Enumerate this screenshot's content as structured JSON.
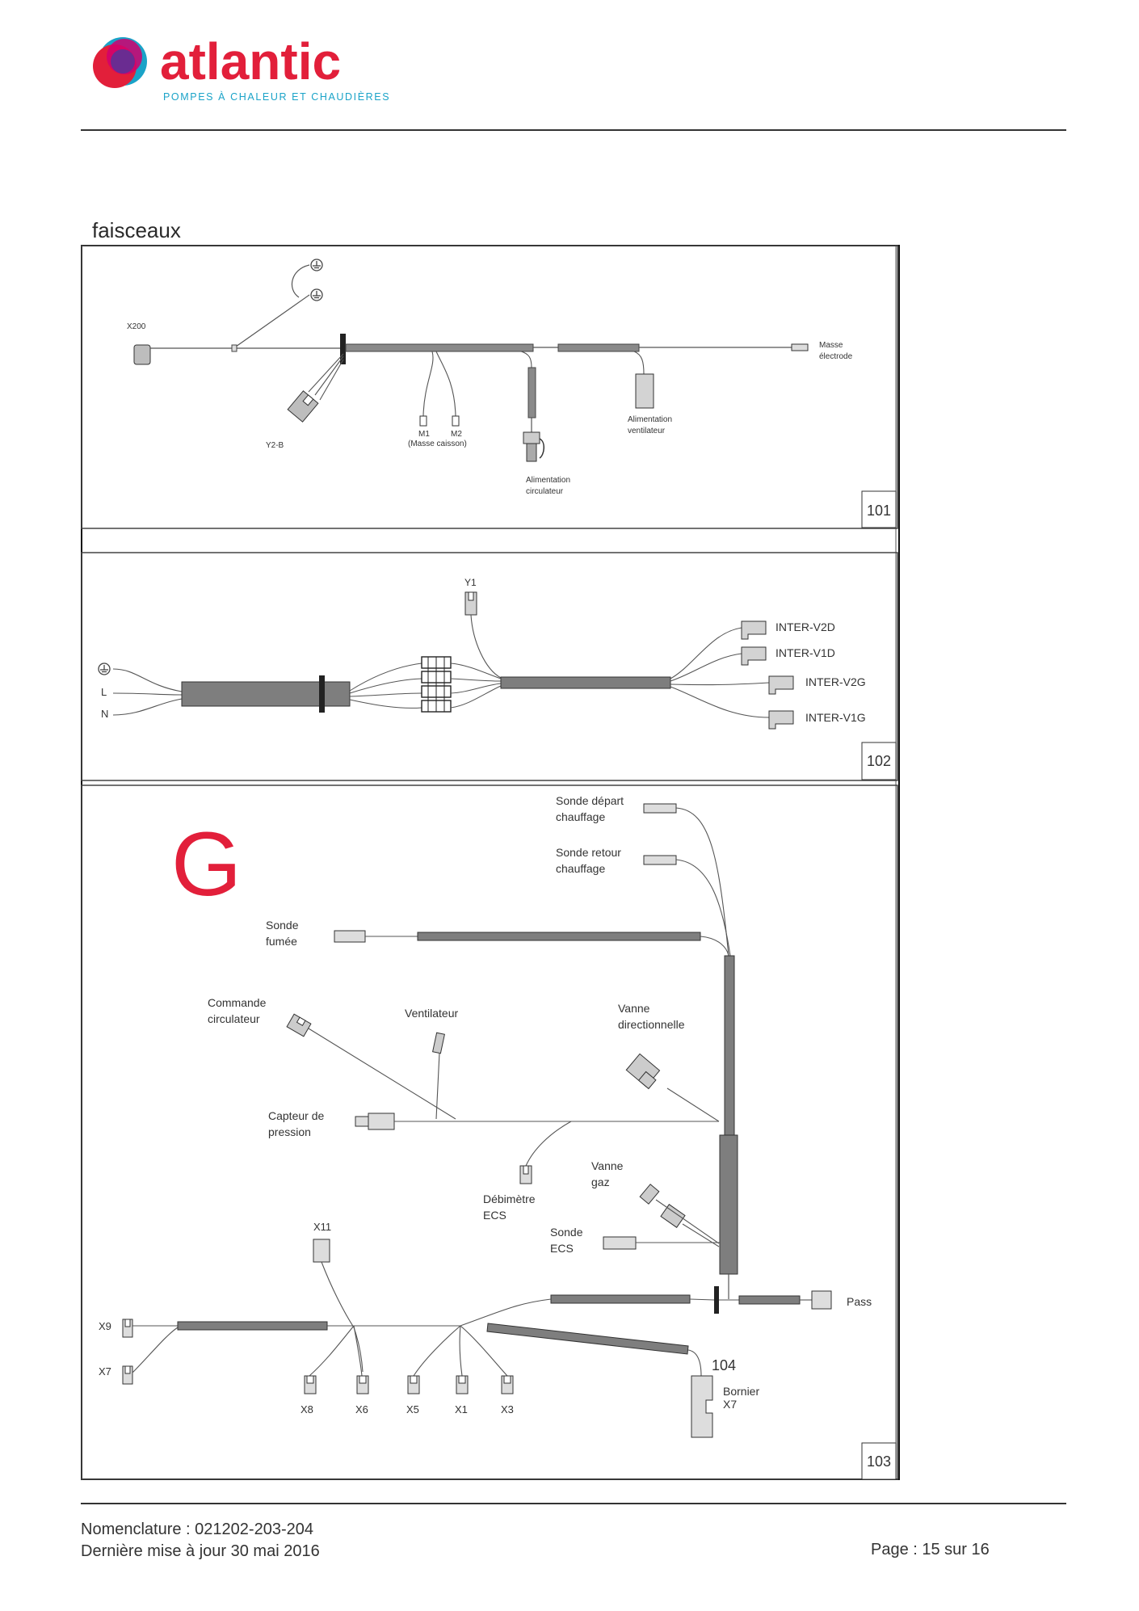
{
  "header": {
    "brand": "atlantic",
    "tagline": "POMPES À CHALEUR ET CHAUDIÈRES",
    "colors": {
      "brand_red": "#e21f3a",
      "brand_blue": "#1aa3c8",
      "brand_purple": "#6a2c91",
      "brand_magenta": "#d1006e"
    }
  },
  "section": {
    "title": "faisceaux"
  },
  "panel_101": {
    "number": "101",
    "labels": {
      "x200": "X200",
      "y2b": "Y2-B",
      "m1": "M1",
      "m2": "M2",
      "masse_caisson": "(Masse caisson)",
      "masse_electrode_1": "Masse",
      "masse_electrode_2": "électrode",
      "alim_ventilateur_1": "Alimentation",
      "alim_ventilateur_2": "ventilateur",
      "alim_circulateur_1": "Alimentation",
      "alim_circulateur_2": "circulateur"
    }
  },
  "panel_102": {
    "number": "102",
    "labels": {
      "y1": "Y1",
      "l": "L",
      "n": "N",
      "inter_v2d": "INTER-V2D",
      "inter_v1d": "INTER-V1D",
      "inter_v2g": "INTER-V2G",
      "inter_v1g": "INTER-V1G"
    }
  },
  "panel_103": {
    "number": "103",
    "marker": "G",
    "marker_color": "#e21f3a",
    "labels": {
      "sonde_depart_1": "Sonde départ",
      "sonde_depart_2": "chauffage",
      "sonde_retour_1": "Sonde retour",
      "sonde_retour_2": "chauffage",
      "sonde_fumee_1": "Sonde",
      "sonde_fumee_2": "fumée",
      "commande_circ_1": "Commande",
      "commande_circ_2": "circulateur",
      "ventilateur": "Ventilateur",
      "vanne_dir_1": "Vanne",
      "vanne_dir_2": "directionnelle",
      "capteur_1": "Capteur de",
      "capteur_2": "pression",
      "vanne_gaz_1": "Vanne",
      "vanne_gaz_2": "gaz",
      "debimetre_1": "Débimètre",
      "debimetre_2": "ECS",
      "sonde_ecs_1": "Sonde",
      "sonde_ecs_2": "ECS",
      "x11": "X11",
      "x9": "X9",
      "x7": "X7",
      "x8": "X8",
      "x6": "X6",
      "x5": "X5",
      "x1": "X1",
      "x3": "X3",
      "pass": "Pass",
      "n104": "104",
      "bornier_1": "Bornier",
      "bornier_2": "X7"
    }
  },
  "footer": {
    "nomenclature": "Nomenclature : 021202-203-204",
    "updated": "Dernière mise à jour 30 mai 2016",
    "page": "Page : 15 sur 16"
  }
}
